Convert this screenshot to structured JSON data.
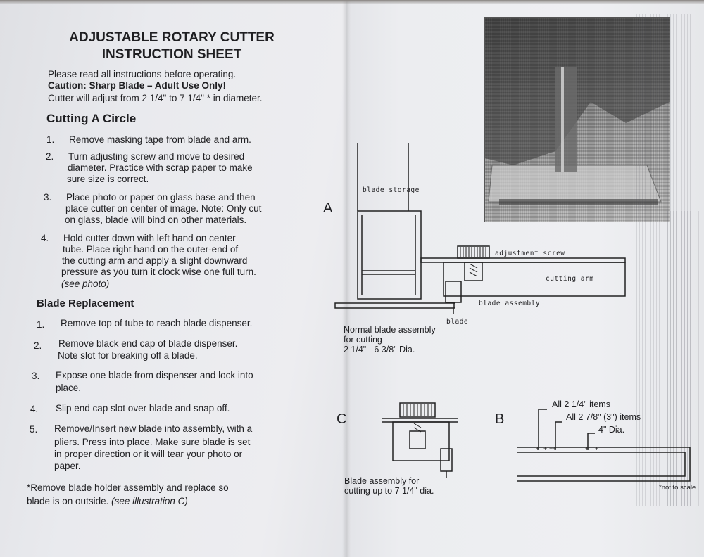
{
  "title": {
    "line1": "ADJUSTABLE ROTARY CUTTER",
    "line2": "INSTRUCTION SHEET"
  },
  "intro": {
    "line1": "Please read all instructions before operating.",
    "caution": "Caution: Sharp Blade – Adult Use Only!",
    "line3": "Cutter will adjust from 2 1/4\" to 7 1/4\" * in diameter."
  },
  "cutting_circle": {
    "heading": "Cutting A Circle",
    "steps": [
      {
        "num": "1.",
        "lines": [
          "Remove masking tape from blade and arm."
        ]
      },
      {
        "num": "2.",
        "lines": [
          "Turn adjusting screw and move to desired",
          "diameter. Practice with scrap paper to make",
          "sure size is correct."
        ]
      },
      {
        "num": "3.",
        "lines": [
          "Place photo or paper on glass base and then",
          "place cutter on center of image. Note: Only cut",
          "on glass, blade will bind on other materials."
        ]
      },
      {
        "num": "4.",
        "lines": [
          "Hold cutter down with left hand on center",
          "tube. Place right hand on the outer-end of",
          "the cutting arm and apply a slight downward",
          "pressure as you turn it clock wise one full turn."
        ],
        "note": "(see photo)"
      }
    ]
  },
  "blade_replacement": {
    "heading": "Blade Replacement",
    "steps": [
      {
        "num": "1.",
        "lines": [
          "Remove top of tube to reach blade dispenser."
        ]
      },
      {
        "num": "2.",
        "lines": [
          "Remove black end cap of blade dispenser.",
          "Note slot for breaking off a blade."
        ]
      },
      {
        "num": "3.",
        "lines": [
          "Expose one blade from dispenser and lock into",
          "place."
        ]
      },
      {
        "num": "4.",
        "lines": [
          "Slip end cap slot over blade and snap off."
        ]
      },
      {
        "num": "5.",
        "lines": [
          "Remove/Insert new blade into assembly, with a",
          "pliers. Press into place. Make sure blade is set",
          "in proper direction or it will tear your photo or",
          "paper."
        ]
      }
    ]
  },
  "footnote": {
    "line1": "*Remove blade holder assembly and replace so",
    "line2_start": "blade is on outside.",
    "line2_note": "(see illustration C)"
  },
  "diagram_a": {
    "letter": "A",
    "labels": {
      "blade_storage": "blade storage",
      "adjustment_screw": "adjustment screw",
      "cutting_arm": "cutting arm",
      "blade_assembly": "blade assembly",
      "blade": "blade"
    },
    "caption": [
      "Normal blade assembly",
      "for cutting",
      "2 1/4\" - 6 3/8\" Dia."
    ]
  },
  "diagram_c": {
    "letter": "C",
    "caption": [
      "Blade assembly for",
      "cutting up to 7 1/4\" dia."
    ]
  },
  "diagram_b": {
    "letter": "B",
    "labels": {
      "all_small": "All 2 1/4\" items",
      "all_mid": "All 2 7/8\" (3\") items",
      "dia4": "4\" Dia."
    },
    "note": "*not to scale"
  }
}
